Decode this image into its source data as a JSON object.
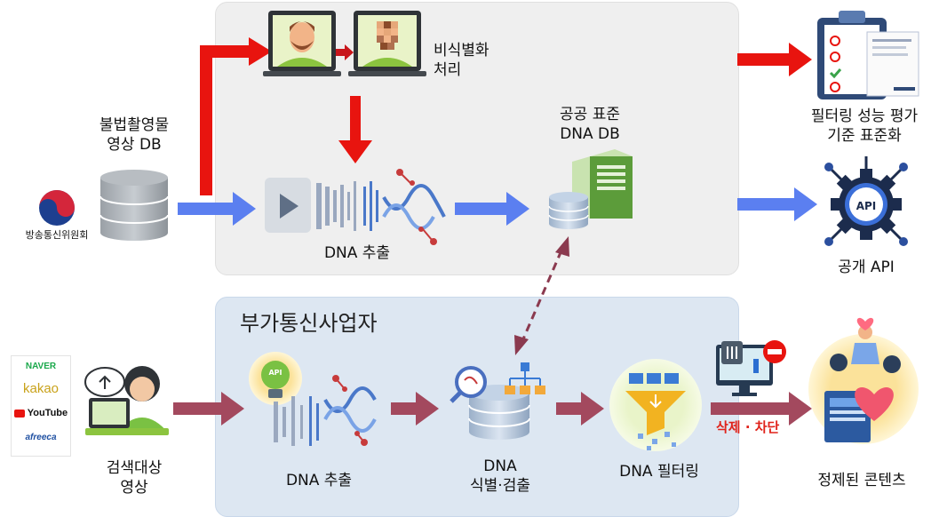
{
  "top_panel": {
    "deid_label_line1": "비식별화",
    "deid_label_line2": "처리",
    "db_label_line1": "불법촬영물",
    "db_label_line2": "영상 DB",
    "agency_label": "방송통신위원회",
    "dna_extract_label": "DNA 추출",
    "public_db_line1": "공공 표준",
    "public_db_line2": "DNA DB",
    "standard_line1": "필터링 성능 평가",
    "standard_line2": "기준 표준화",
    "api_label": "공개 API",
    "api_icon_text": "API"
  },
  "bottom_panel": {
    "title": "부가통신사업자",
    "search_line1": "검색대상",
    "search_line2": "영상",
    "dna_extract_label": "DNA 추출",
    "identify_line1": "DNA",
    "identify_line2": "식별·검출",
    "filter_label": "DNA 필터링",
    "delete_label": "삭제 · 차단",
    "result_label": "정제된 콘텐츠",
    "api_chip_text": "API",
    "platforms": [
      "NAVER",
      "kakao",
      "YouTube",
      "afreeca"
    ]
  },
  "colors": {
    "red_arrow": "#e8140f",
    "blue_arrow": "#5b7ff0",
    "maroon_arrow": "#a3495e",
    "dashed_arrow": "#8b3a4f",
    "panel_top_bg": "#efefef",
    "panel_bottom_bg": "#dde7f2"
  }
}
